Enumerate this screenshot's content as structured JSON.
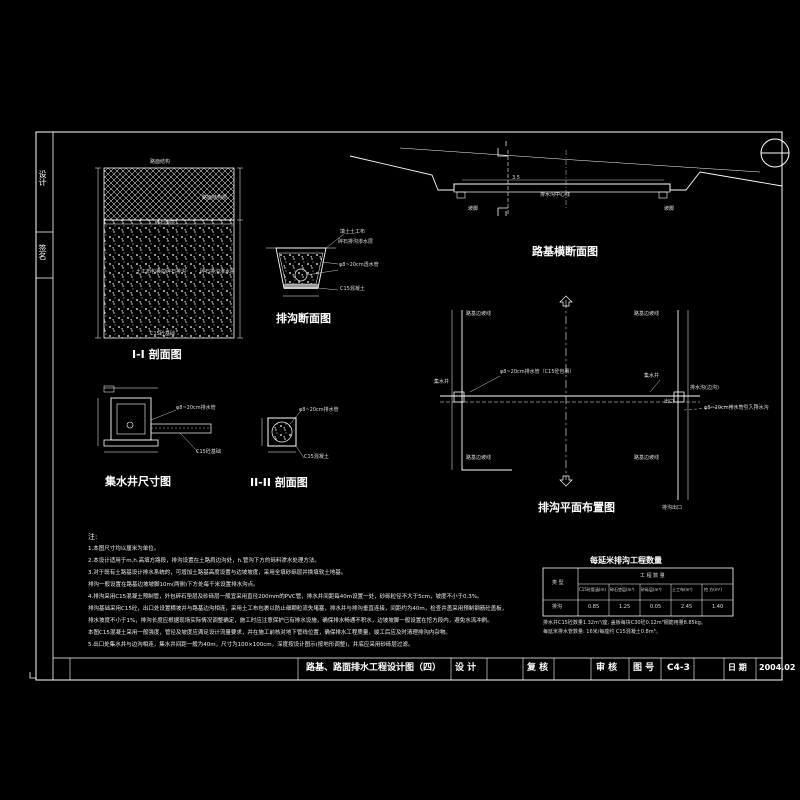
{
  "title_block": {
    "drawing_title": "路基、路面排水工程设计图（四）",
    "design_label": "设 计",
    "review_label": "复 核",
    "approve_label": "审 核",
    "drawing_no_label": "图 号",
    "drawing_no": "C4-3",
    "date_label": "日 期",
    "date": "2004.02"
  },
  "side_stamp": {
    "design": "设计",
    "signature": "签名"
  },
  "views": {
    "section_1": "I-I 剖面图",
    "ditch_section": "排沟断面图",
    "road_cross_section": "路基横断面图",
    "well_size": "集水井尺寸图",
    "section_2": "II-II 剖面图",
    "ditch_plan": "排沟平面布置图"
  },
  "section_marks": {
    "cut": "I"
  },
  "quantities": {
    "title": "每延米排沟工程数量",
    "header_type": "类 型",
    "header_group": "工 程 数 量",
    "columns": [
      "C15砼管涵(m)",
      "碎石垫层(m³)",
      "砂砾层(m³)",
      "土工布(m²)",
      "挖 方(m³)"
    ],
    "row_label": "排沟",
    "row_values": [
      "0.85",
      "1.25",
      "0.05",
      "2.45",
      "1.40"
    ],
    "footnote_1": "排水井C15砼数量1.32m³/座, 盖板每块C30砼0.12m³钢筋用量8.85kg。",
    "footnote_2": "每延米排水管数量: 16米/每座约 C15混凝土0.8m³。"
  },
  "notes": {
    "heading": "注:",
    "lines": [
      "1.本图尺寸均以厘米为单位。",
      "2.本设计适用于m,h.高填方路段，排沟设置在土路肩边沟处，h.管沟下方的砾料渗水处理方法。",
      "3.对于既有土路基设计排水系统的，可增加土路基高度设置与边坡坡度，采用全填砂砾层并换填软土地基。",
      "  排沟一般设置在路基边坡坡脚10m(两侧)下方处每千米设置排水沟点。",
      "4.排沟采用C15混凝土预制管，外包碎石垫层及砂砾层一般宜采用直径200mm的PVC管，排水井间距每40m设置一处，砂砾粒径不大于5cm，坡度不小于0.3%。",
      "  排沟基础采用C15砼，出口处设置横坡并与路基边沟相连，采用土工布包裹以防止细颗粒流失堵塞，排水井与排沟垂直连接，间距约为40m，检查井盖采用预制钢筋砼盖板，",
      "  排水坡度不小于1%，排沟长度应根据现场实际情况调整确定，施工时应注意保护已有排水设施，确保排水畅通不积水，边坡坡脚一般设置在挖方段内，避免水流冲刷。",
      "  本图C15混凝土采用一般强度，管径及坡度应满足设计流量要求，并在施工前核对地下管线位置，确保排水工程质量，竣工后应及时清理排沟内杂物。",
      "5.出口处集水井与边沟相连，集水井间距一般为40m，尺寸为100×100cm，深度按设计图示(按地形调整)，井底应采用砂砾层过滤。"
    ]
  },
  "section1_labels": {
    "top": "路面结构",
    "mid": "碎石垫层",
    "body": "土工布包裹的碎石排沟",
    "side_right_1": "路面结构层",
    "side_right_2": "碎石排沟渗水层",
    "bottom": "C15砼基础"
  },
  "ditch_labels": {
    "l1": "填土土工布",
    "l2": "碎石排沟渗水层",
    "l3": "φ8~20cm透水管",
    "l4": "C15混凝土"
  },
  "plan_labels": {
    "left_top": "路基边坡线",
    "right_top": "路基边坡线",
    "left_mid": "集水井",
    "center_pipe": "φ8~20cm排水管（C15砼包裹）",
    "right_mid": "集水井",
    "right_side": "排水沟(边沟)",
    "outlet": "出口",
    "far_right": "φ8~20cm排水管引入排水沟",
    "bottom_left": "路基边坡线",
    "bottom_right": "路基边坡线",
    "bottom_outlet": "排沟出口"
  },
  "well_labels": {
    "l1": "φ8~20cm排水管",
    "l2": "C15砼基础"
  },
  "section2_labels": {
    "l1": "φ8~20cm排水管",
    "l2": "C15混凝土"
  },
  "cross_section_labels": {
    "left": "坡脚",
    "center": "排水沟中心线",
    "right": "坡脚",
    "dim": "3.5"
  },
  "colors": {
    "background": "#000000",
    "lines": "#ffffff"
  }
}
